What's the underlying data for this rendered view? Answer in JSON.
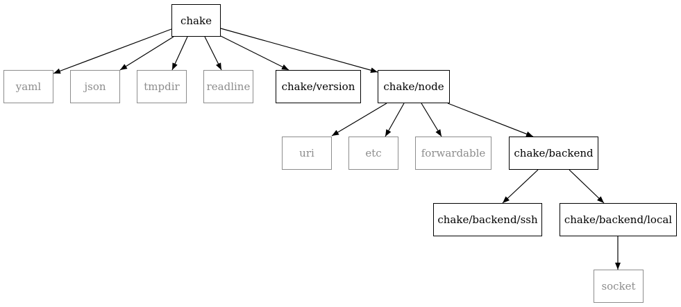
{
  "graph": {
    "nodes": [
      {
        "id": "chake",
        "label": "chake",
        "kind": "internal"
      },
      {
        "id": "yaml",
        "label": "yaml",
        "kind": "external"
      },
      {
        "id": "json",
        "label": "json",
        "kind": "external"
      },
      {
        "id": "tmpdir",
        "label": "tmpdir",
        "kind": "external"
      },
      {
        "id": "readline",
        "label": "readline",
        "kind": "external"
      },
      {
        "id": "chake-version",
        "label": "chake/version",
        "kind": "internal"
      },
      {
        "id": "chake-node",
        "label": "chake/node",
        "kind": "internal"
      },
      {
        "id": "uri",
        "label": "uri",
        "kind": "external"
      },
      {
        "id": "etc",
        "label": "etc",
        "kind": "external"
      },
      {
        "id": "forwardable",
        "label": "forwardable",
        "kind": "external"
      },
      {
        "id": "chake-backend",
        "label": "chake/backend",
        "kind": "internal"
      },
      {
        "id": "chake-backend-ssh",
        "label": "chake/backend/ssh",
        "kind": "internal"
      },
      {
        "id": "chake-backend-local",
        "label": "chake/backend/local",
        "kind": "internal"
      },
      {
        "id": "socket",
        "label": "socket",
        "kind": "external"
      }
    ],
    "edges": [
      {
        "from": "chake",
        "to": "yaml"
      },
      {
        "from": "chake",
        "to": "json"
      },
      {
        "from": "chake",
        "to": "tmpdir"
      },
      {
        "from": "chake",
        "to": "readline"
      },
      {
        "from": "chake",
        "to": "chake-version"
      },
      {
        "from": "chake",
        "to": "chake-node"
      },
      {
        "from": "chake-node",
        "to": "uri"
      },
      {
        "from": "chake-node",
        "to": "etc"
      },
      {
        "from": "chake-node",
        "to": "forwardable"
      },
      {
        "from": "chake-node",
        "to": "chake-backend"
      },
      {
        "from": "chake-backend",
        "to": "chake-backend-ssh"
      },
      {
        "from": "chake-backend",
        "to": "chake-backend-local"
      },
      {
        "from": "chake-backend-local",
        "to": "socket"
      }
    ],
    "colors": {
      "internal": "#000000",
      "external": "#8c8c8c",
      "edge": "#000000"
    }
  }
}
